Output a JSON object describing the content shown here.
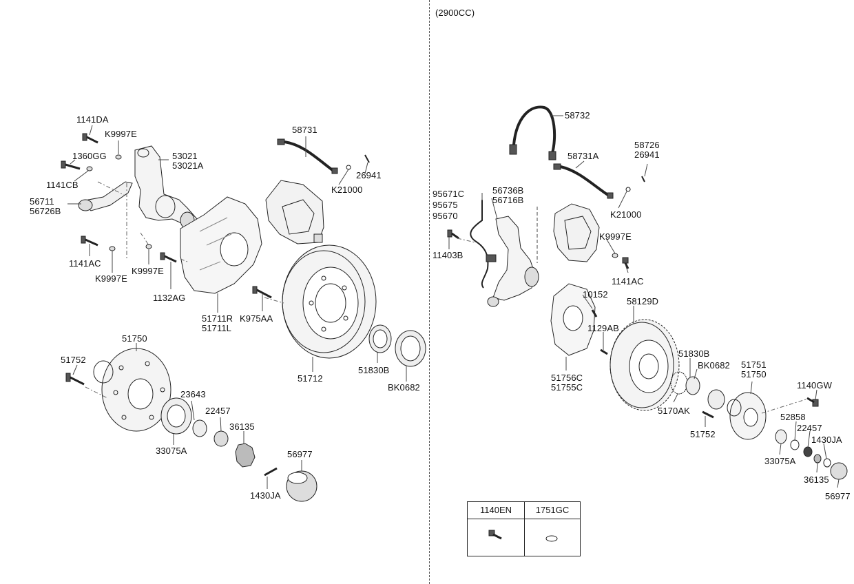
{
  "header": {
    "engine_note": "(2900CC)"
  },
  "left_labels": {
    "l1141da": "1141DA",
    "k9997e_top": "K9997E",
    "l1360gg": "1360GG",
    "l53021": [
      "53021",
      "53021A"
    ],
    "l1141cb": "1141CB",
    "l56711": [
      "56711",
      "56726B"
    ],
    "l1141ac": "1141AC",
    "k9997e_low": "K9997E",
    "k9997e_mid": "K9997E",
    "l1132ag": "1132AG",
    "l58731": "58731",
    "l26941": "26941",
    "k21000": "K21000",
    "l51711": [
      "51711R",
      "51711L"
    ],
    "k975aa": "K975AA",
    "l51712": "51712",
    "l51830b": "51830B",
    "bk0682": "BK0682",
    "l51750": "51750",
    "l51752": "51752",
    "l23643": "23643",
    "l22457": "22457",
    "l33075a": "33075A",
    "l36135": "36135",
    "l56977": "56977",
    "l1430ja": "1430JA"
  },
  "right_labels": {
    "l58732": "58732",
    "l58726": [
      "58726",
      "26941"
    ],
    "l58731a": "58731A",
    "l95671c": [
      "95671C",
      "95675",
      "95670"
    ],
    "l56736b": [
      "56736B",
      "56716B"
    ],
    "k21000": "K21000",
    "l11403b": "11403B",
    "k9997e": "K9997E",
    "l1141ac": "1141AC",
    "l10152": "10152",
    "l58129d": "58129D",
    "l1129ab": "1129AB",
    "l51756c": [
      "51756C",
      "51755C"
    ],
    "l51830b": "51830B",
    "bk0682": "BK0682",
    "l51751": [
      "51751",
      "51750"
    ],
    "l1140gw": "1140GW",
    "l5170ak": "5170AK",
    "l51752": "51752",
    "l52858": "52858",
    "l22457": "22457",
    "l1430ja": "1430JA",
    "l33075a": "33075A",
    "l36135": "36135",
    "l56977": "56977"
  },
  "legend": {
    "col1": "1140EN",
    "col2": "1751GC"
  }
}
